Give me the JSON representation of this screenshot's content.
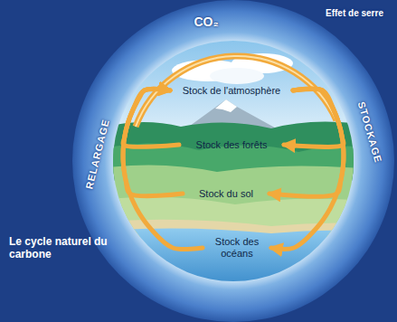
{
  "diagram": {
    "title": "Le cycle naturel du carbone",
    "nodes": [
      {
        "text": [
          "Stock de l'atmosphère"
        ]
      },
      {
        "text": [
          "Stock des forêts"
        ]
      },
      {
        "text": [
          "Stock du sol"
        ]
      },
      {
        "text": [
          "Stock des océans"
        ]
      }
    ],
    "edges": [
      {
        "from": 0,
        "to": 1,
        "arrow": "to"
      },
      {
        "from": 0,
        "to": 2,
        "arrow": "to"
      },
      {
        "from": 0,
        "to": 3,
        "arrow": "to"
      },
      {
        "from": 1,
        "to": 0,
        "arrow": "to"
      },
      {
        "from": 2,
        "to": 0,
        "arrow": "to"
      },
      {
        "from": 3,
        "to": 0,
        "arrow": "to"
      }
    ],
    "labels": [
      "CO₂",
      "Effet de serre",
      "STOCKAGE",
      "RELARGAGE"
    ]
  }
}
